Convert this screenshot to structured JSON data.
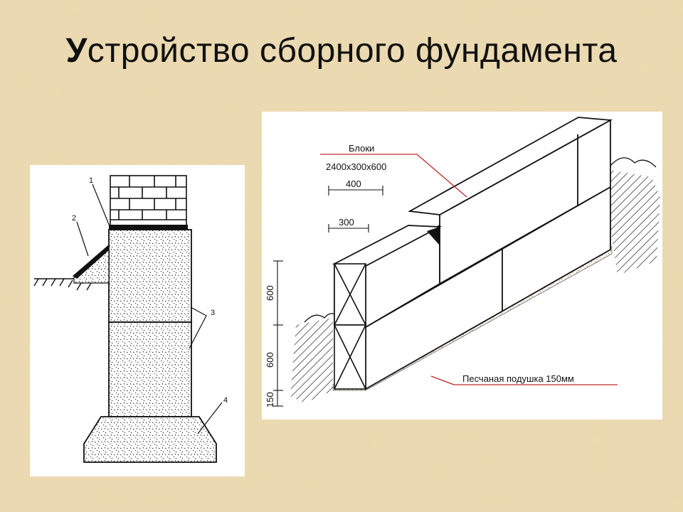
{
  "title": {
    "first_letter": "У",
    "rest": "стройство сборного фундамента"
  },
  "left_diagram": {
    "labels": [
      "1",
      "2",
      "3",
      "4"
    ]
  },
  "right_diagram": {
    "blocks_label": "Блоки",
    "blocks_size": "2400x300x600",
    "dim_400": "400",
    "dim_300": "300",
    "dim_600_top": "600",
    "dim_600_bottom": "600",
    "dim_150": "150",
    "sand_label": "Песчаная подушка 150мм"
  },
  "colors": {
    "background": "#ead7a8",
    "line": "#111111",
    "leader": "#c0282a",
    "panel": "#ffffff"
  }
}
